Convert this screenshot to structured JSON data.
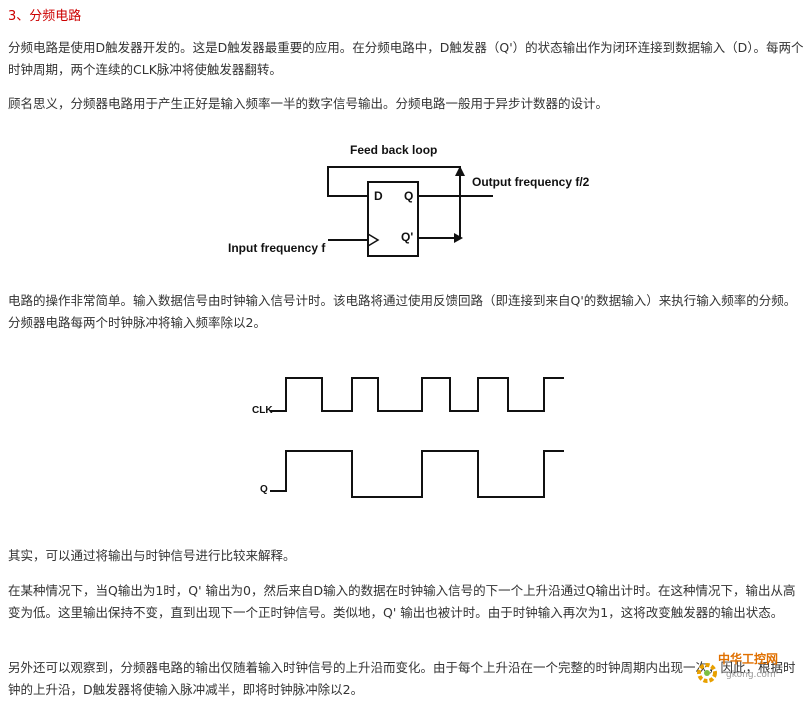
{
  "heading": "3、分频电路",
  "paragraphs": {
    "p1": "分频电路是使用D触发器开发的。这是D触发器最重要的应用。在分频电路中，D触发器（Q'）的状态输出作为闭环连接到数据输入（D）。每两个时钟周期，两个连续的CLK脉冲将使触发器翻转。",
    "p2": "顾名思义，分频器电路用于产生正好是输入频率一半的数字信号输出。分频电路一般用于异步计数器的设计。",
    "p3": "电路的操作非常简单。输入数据信号由时钟输入信号计时。该电路将通过使用反馈回路（即连接到来自Q'的数据输入）来执行输入频率的分频。分频器电路每两个时钟脉冲将输入频率除以2。",
    "p4": "其实，可以通过将输出与时钟信号进行比较来解释。",
    "p5": "在某种情况下，当Q输出为1时，Q' 输出为0，然后来自D输入的数据在时钟输入信号的下一个上升沿通过Q输出计时。在这种情况下，输出从高变为低。这里输出保持不变，直到出现下一个正时钟信号。类似地，Q' 输出也被计时。由于时钟输入再次为1，这将改变触发器的输出状态。",
    "p6": "另外还可以观察到，分频器电路的输出仅随着输入时钟信号的上升沿而变化。由于每个上升沿在一个完整的时钟周期内出现一次，因此，根据时钟的上升沿，D触发器将使输入脉冲减半，即将时钟脉冲除以2。"
  },
  "circuit_diagram": {
    "feedback_label": "Feed back loop",
    "d_label": "D",
    "q_label": "Q",
    "qbar_label": "Q'",
    "output_label": "Output frequency f/2",
    "input_label": "Input frequency f"
  },
  "timing_diagram": {
    "clk_label": "CLK",
    "q_label": "Q"
  },
  "watermark": {
    "brand": "中华工控网",
    "url": "gkong.com"
  }
}
